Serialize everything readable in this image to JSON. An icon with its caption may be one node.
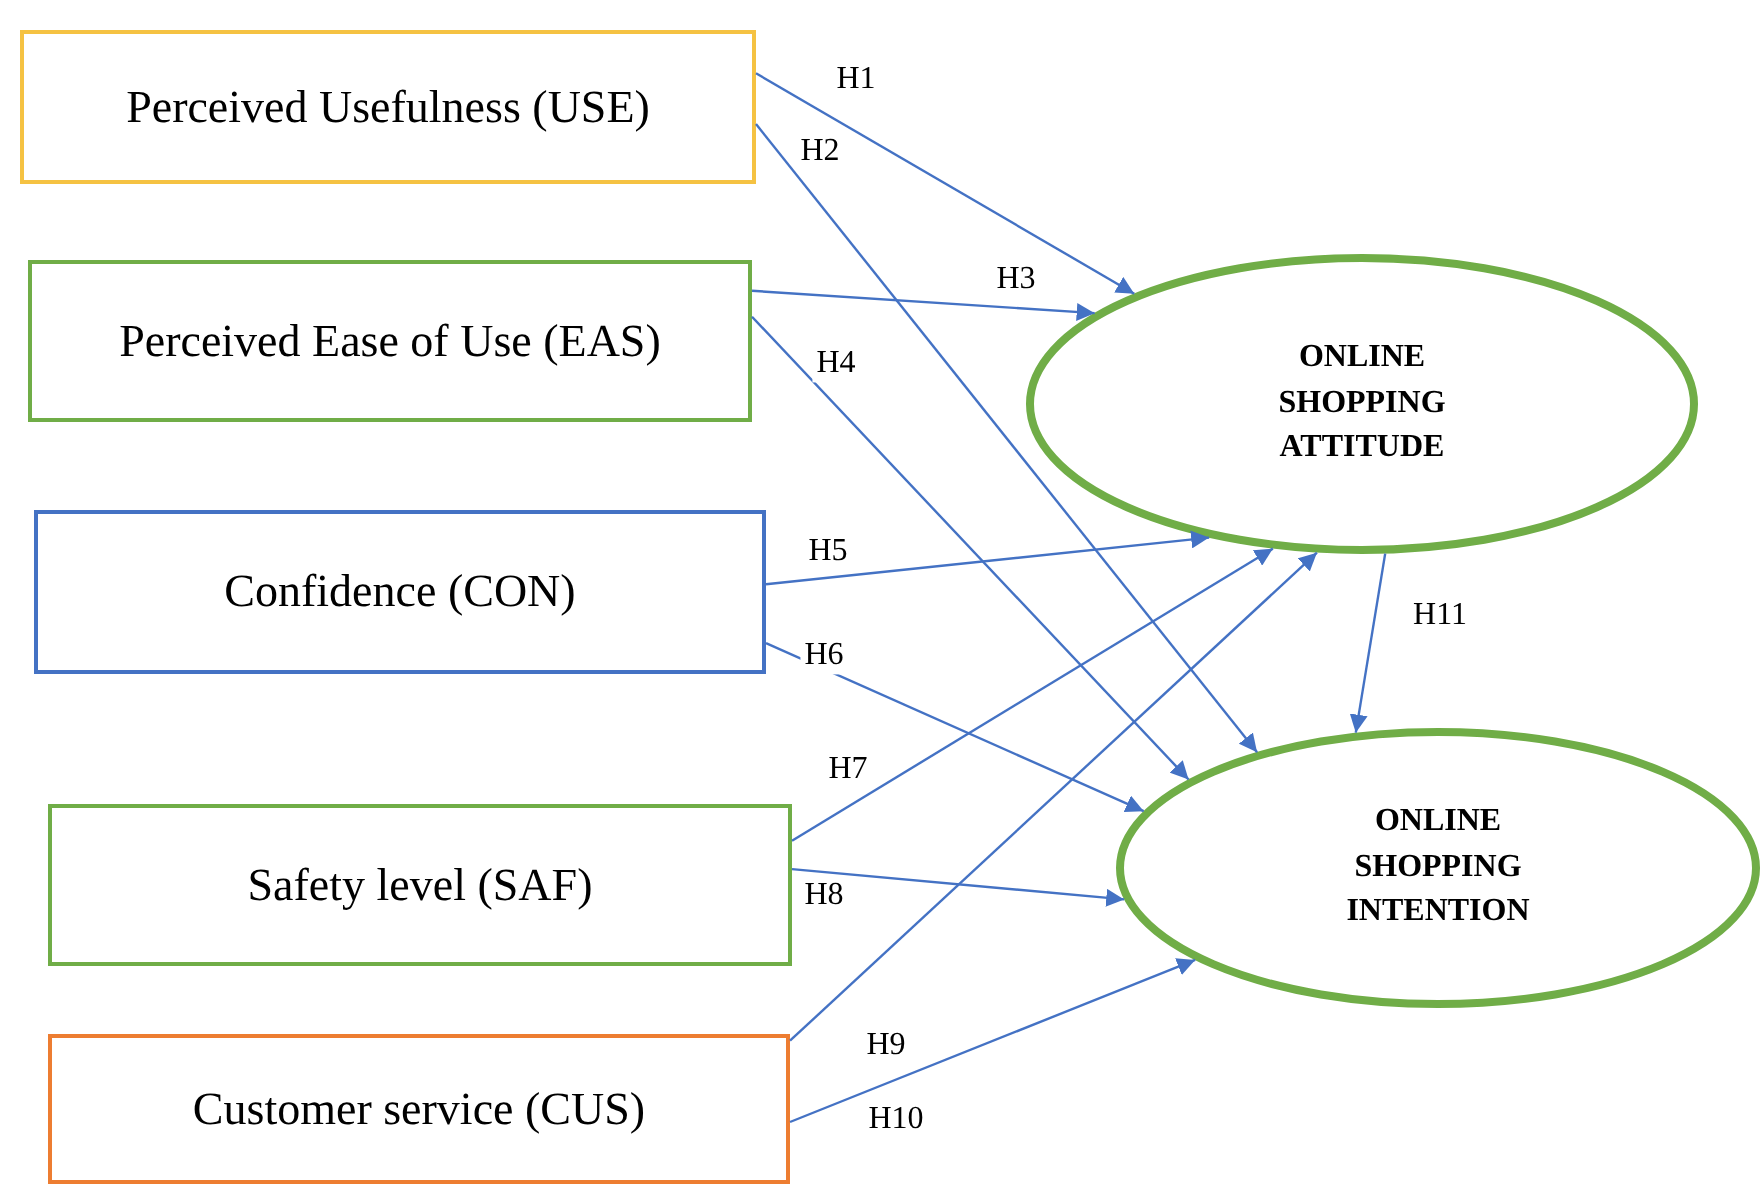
{
  "diagram": {
    "nodes": [
      {
        "text": [
          "Perceived Usefulness (USE)"
        ]
      },
      {
        "text": [
          "Perceived Ease of Use (EAS)"
        ]
      },
      {
        "text": [
          "Confidence (CON)"
        ]
      },
      {
        "text": [
          "Safety level (SAF)"
        ]
      },
      {
        "text": [
          "Customer service (CUS)"
        ]
      },
      {
        "text": [
          "ONLINE SHOPPING ATTITUDE"
        ]
      },
      {
        "text": [
          "ONLINE SHOPPING INTENTION"
        ]
      }
    ],
    "edges": [
      {
        "from": 0,
        "to": 5,
        "arrow": "to",
        "label": "H1"
      },
      {
        "from": 0,
        "to": 6,
        "arrow": "to",
        "label": "H2"
      },
      {
        "from": 1,
        "to": 5,
        "arrow": "to",
        "label": "H3"
      },
      {
        "from": 1,
        "to": 6,
        "arrow": "to",
        "label": "H4"
      },
      {
        "from": 2,
        "to": 5,
        "arrow": "to",
        "label": "H5"
      },
      {
        "from": 2,
        "to": 6,
        "arrow": "to",
        "label": "H6"
      },
      {
        "from": 3,
        "to": 5,
        "arrow": "to",
        "label": "H7"
      },
      {
        "from": 3,
        "to": 6,
        "arrow": "to",
        "label": "H8"
      },
      {
        "from": 4,
        "to": 5,
        "arrow": "to",
        "label": "H9"
      },
      {
        "from": 4,
        "to": 6,
        "arrow": "to",
        "label": "H10"
      },
      {
        "from": 5,
        "to": 6,
        "arrow": "to",
        "label": "H11"
      }
    ]
  }
}
